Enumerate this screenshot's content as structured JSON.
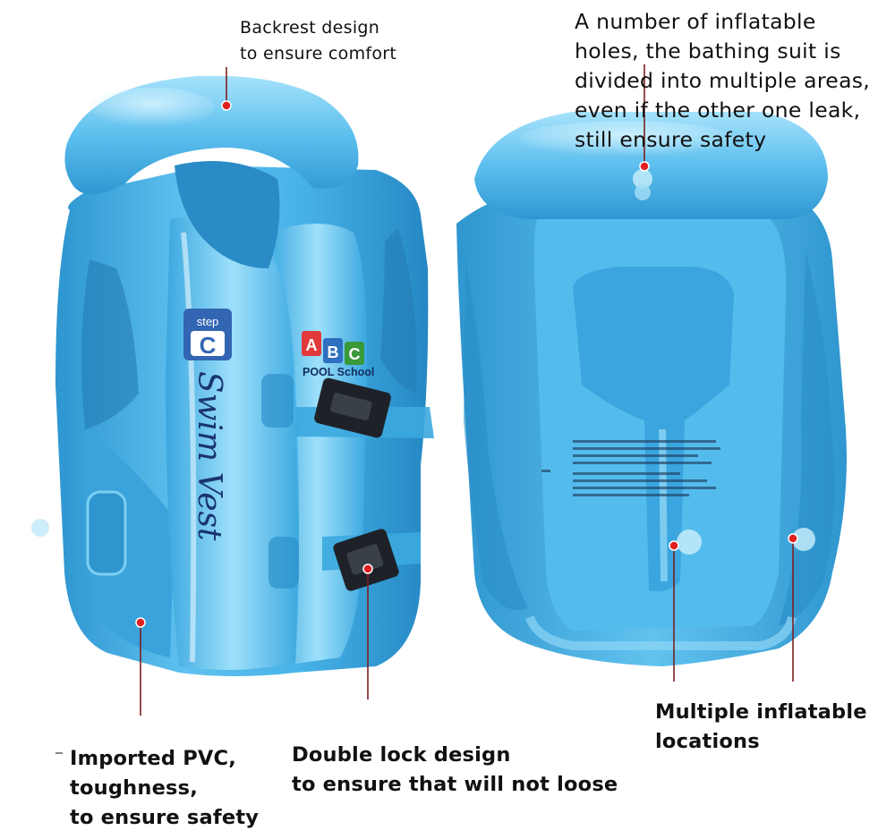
{
  "callouts": {
    "backrest": [
      "Backrest design",
      "to ensure comfort"
    ],
    "holes": [
      "A number of inflatable",
      "holes, the bathing suit is",
      "divided into multiple areas,",
      "even if the other one leak,",
      "still ensure safety"
    ],
    "pvc": [
      "Imported PVC,",
      "toughness,",
      "to ensure safety"
    ],
    "lock": [
      "Double lock design",
      "to ensure that will not loose"
    ],
    "multi": [
      "Multiple inflatable",
      "locations"
    ]
  },
  "vest_front": {
    "step_badge_top": "step",
    "step_badge_letter": "C",
    "brand_text": "Swim Vest",
    "logo_letters": [
      "A",
      "B",
      "C"
    ],
    "logo_text": "POOL School"
  },
  "colors": {
    "vest_base": "#46b1e6",
    "vest_light": "#8fd6f6",
    "vest_dark": "#1d86c1",
    "marker_red": "#e02020",
    "buckle": "#1e2228",
    "brand_text": "#1a3570"
  }
}
